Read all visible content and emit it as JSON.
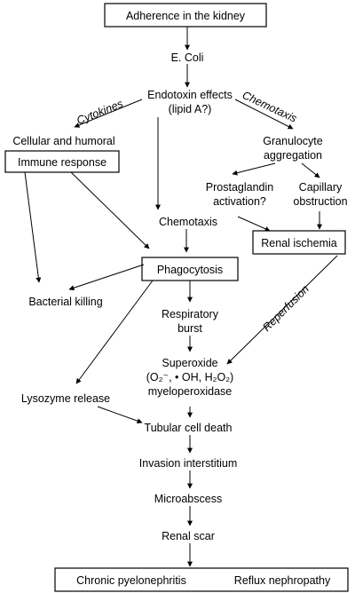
{
  "nodes": {
    "adherence": "Adherence in the kidney",
    "ecoli": "E. Coli",
    "endotoxin_1": "Endotoxin effects",
    "endotoxin_2": "(lipid A?)",
    "cellular_humoral": "Cellular and humoral",
    "immune_response": "Immune response",
    "granulocyte_1": "Granulocyte",
    "granulocyte_2": "aggregation",
    "prostaglandin_1": "Prostaglandin",
    "prostaglandin_2": "activation?",
    "capillary_1": "Capillary",
    "capillary_2": "obstruction",
    "chemotaxis_node": "Chemotaxis",
    "renal_ischemia": "Renal ischemia",
    "phagocytosis": "Phagocytosis",
    "bacterial_killing": "Bacterial killing",
    "respiratory_1": "Respiratory",
    "respiratory_2": "burst",
    "superoxide_1": "Superoxide",
    "superoxide_2": "(O₂⁻, • OH, H₂O₂)",
    "superoxide_3": "myeloperoxidase",
    "lysozyme": "Lysozyme release",
    "tubular": "Tubular cell death",
    "invasion": "Invasion interstitium",
    "microabscess": "Microabscess",
    "renal_scar": "Renal scar",
    "chronic": "Chronic pyelonephritis",
    "reflux": "Reflux nephropathy"
  },
  "edge_labels": {
    "cytokines": "Cytokines",
    "chemotaxis": "Chemotaxis",
    "reperfusion": "Reperfusion"
  }
}
